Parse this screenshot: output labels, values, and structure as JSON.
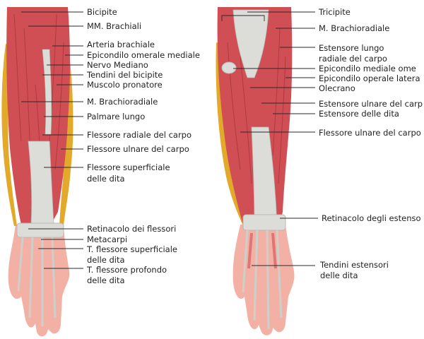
{
  "colors": {
    "muscle": "#cf4f55",
    "muscle_dark": "#a8353c",
    "tendon": "#dcdcd8",
    "tendon_dark": "#b9b9b4",
    "fat": "#e2a92a",
    "skin": "#f3b1a6",
    "leader": "#2a2a2a",
    "text": "#222222"
  },
  "anterior_view": {
    "labels": [
      "Bicipite",
      "MM. Brachiali",
      "Arteria brachiale",
      "Epicondilo omerale mediale",
      "Nervo Mediano",
      "Tendini del bicipite",
      "Muscolo pronatore",
      "M. Brachioradiale",
      "Palmare lungo",
      "Flessore radiale del carpo",
      "Flessore ulnare del carpo",
      "Flessore superficiale",
      "delle dita",
      "Retinacolo dei flessori",
      "Metacarpi",
      "T. flessore superficiale",
      "delle dita",
      "T. flessore profondo",
      "delle dita"
    ]
  },
  "posterior_view": {
    "labels": [
      "Tricipite",
      "M. Brachioradiale",
      "Estensore lungo",
      "radiale del carpo",
      "Epicondilo mediale ome",
      "Epicondilo operale latera",
      "Olecrano",
      "Estensore ulnare del carp",
      "Estensore delle dita",
      "Flessore ulnare del carpo",
      "Retinacolo degli estenso",
      "Tendini estensori",
      "delle dita"
    ]
  }
}
